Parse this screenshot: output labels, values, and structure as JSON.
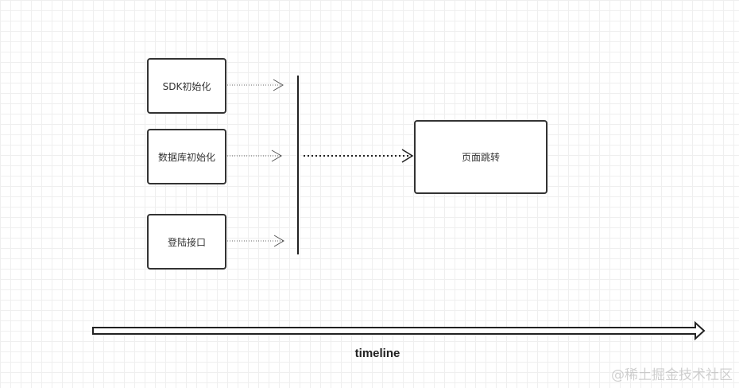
{
  "diagram": {
    "nodes": {
      "sdk_init": "SDK初始化",
      "db_init": "数据库初始化",
      "login_api": "登陆接口",
      "page_jump": "页面跳转"
    },
    "timeline_label": "timeline",
    "watermark": "@稀土掘金技术社区"
  }
}
